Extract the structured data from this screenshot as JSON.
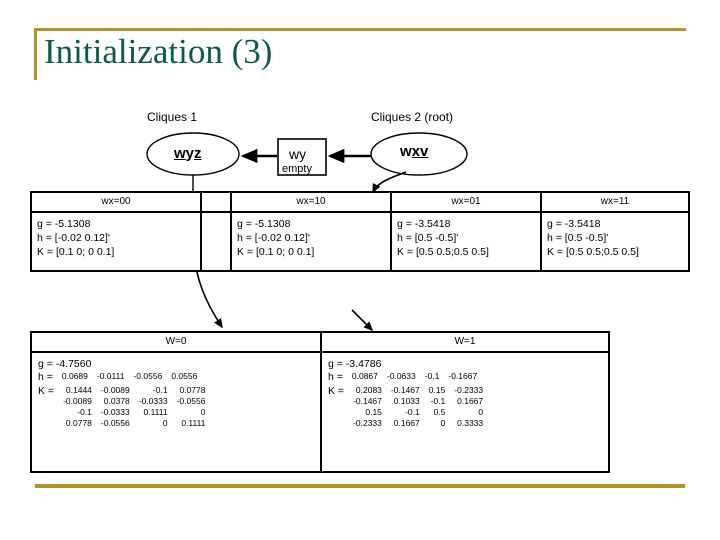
{
  "slide": {
    "title": "Initialization (3)",
    "accent_color": "#b49426",
    "title_color": "#0d5c3d"
  },
  "diagram": {
    "caption_left": "Cliques 1",
    "caption_right": "Cliques 2 (root)",
    "node_left": {
      "name": "wyz",
      "parts": [
        "w",
        "y",
        "z"
      ],
      "underlined": [
        "w",
        "z"
      ]
    },
    "node_separator": {
      "name": "wy",
      "sublabel": "empty"
    },
    "node_right": {
      "name": "wxv",
      "parts": [
        "w",
        "x",
        "v"
      ],
      "underlined": [
        "x",
        "v"
      ]
    }
  },
  "table_top": {
    "headers": [
      "wx=00",
      "",
      "wx=10",
      "wx=01",
      "wx=11"
    ],
    "cells": [
      {
        "g": "g = -5.1308",
        "h": "h = [-0.02 0.12]'",
        "K": "K = [0.1 0; 0 0.1]"
      },
      {
        "g": "",
        "h": "",
        "K": ""
      },
      {
        "g": "g = -5.1308",
        "h": "h = [-0.02 0.12]'",
        "K": "K = [0.1 0; 0 0.1]"
      },
      {
        "g": "g = -3.5418",
        "h": "h = [0.5 -0.5]'",
        "K": "K = [0.5 0.5;0.5 0.5]"
      },
      {
        "g": "g = -3.5418",
        "h": "h = [0.5 -0.5]'",
        "K": "K = [0.5 0.5;0.5 0.5]"
      }
    ]
  },
  "table_bottom": {
    "headers": [
      "W=0",
      "W=1"
    ],
    "labels": {
      "g": "g =",
      "h": "h =",
      "K": "K ="
    },
    "blocks": [
      {
        "g_value": "-4.7560",
        "h": [
          "0.0689",
          "-0.0111",
          "-0.0556",
          "0.0556"
        ],
        "K": [
          [
            "0.1444",
            "-0.0089",
            "-0.1",
            "0.0778"
          ],
          [
            "-0.0089",
            "0.0378",
            "-0.0333",
            "-0.0556"
          ],
          [
            "-0.1",
            "-0.0333",
            "0.1111",
            "0"
          ],
          [
            "0.0778",
            "-0.0556",
            "0",
            "0.1111"
          ]
        ]
      },
      {
        "g_value": "-3.4786",
        "h": [
          "0.0867",
          "-0.0633",
          "-0.1",
          "-0.1667"
        ],
        "K": [
          [
            "0.2083",
            "-0.1467",
            "0.15",
            "-0.2333"
          ],
          [
            "-0.1467",
            "0.1033",
            "-0.1",
            "0.1667"
          ],
          [
            "0.15",
            "-0.1",
            "0.5",
            "0"
          ],
          [
            "-0.2333",
            "0.1667",
            "0",
            "0.3333"
          ]
        ]
      }
    ]
  }
}
